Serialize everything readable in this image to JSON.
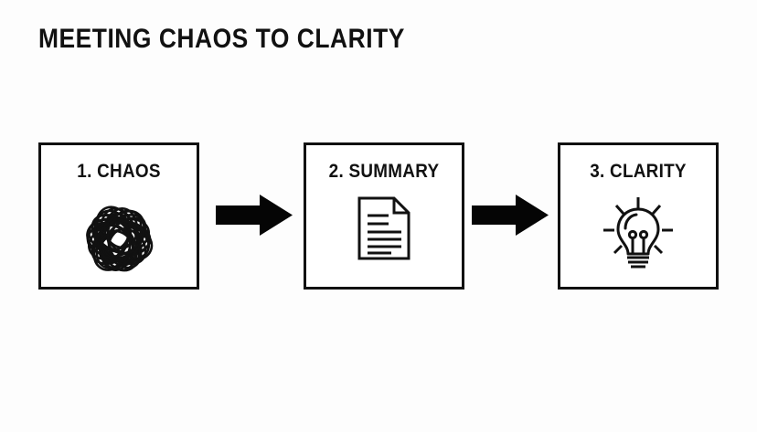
{
  "slide": {
    "title": "MEETING CHAOS TO CLARITY",
    "background_color": "#fdfdfd",
    "ink_color": "#111111"
  },
  "diagram": {
    "type": "process-flow",
    "orientation": "horizontal",
    "step_count": 3,
    "connector_count": 2,
    "connector_glyph": "arrow-right",
    "steps": [
      {
        "index": "1",
        "label": "1. CHAOS",
        "name": "CHAOS",
        "icon": "scribble-tangle-icon"
      },
      {
        "index": "2",
        "label": "2. SUMMARY",
        "name": "SUMMARY",
        "icon": "document-icon"
      },
      {
        "index": "3",
        "label": "3. CLARITY",
        "name": "CLARITY",
        "icon": "lightbulb-icon"
      }
    ],
    "connectors": [
      {
        "from": "1. CHAOS",
        "to": "2. SUMMARY",
        "glyph": "arrow-right"
      },
      {
        "from": "2. SUMMARY",
        "to": "3. CLARITY",
        "glyph": "arrow-right"
      }
    ]
  }
}
